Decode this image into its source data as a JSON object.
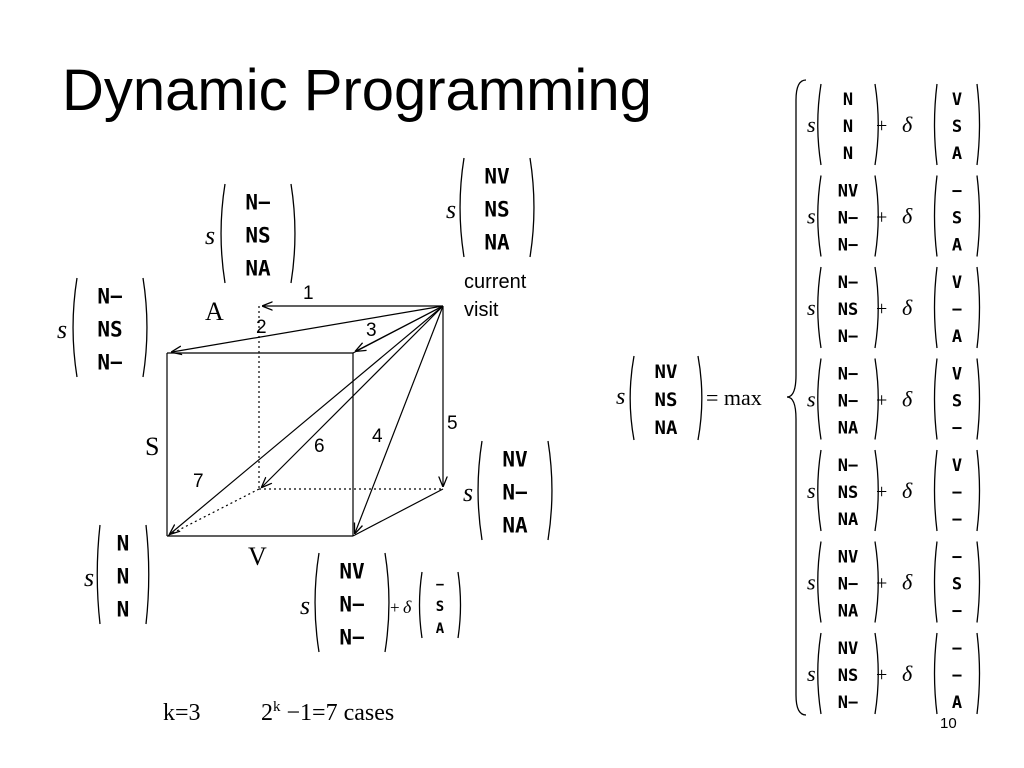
{
  "title": "Dynamic Programming",
  "cube": {
    "vertex_labels": [
      "A",
      "S",
      "V"
    ],
    "edge_numbers": [
      "1",
      "2",
      "3",
      "4",
      "5",
      "6",
      "7"
    ],
    "current_visit": [
      "current",
      "visit"
    ]
  },
  "node_states": [
    {
      "id": "top",
      "rows": [
        "NV",
        "NS",
        "NA"
      ]
    },
    {
      "id": "a",
      "rows": [
        "N−",
        "NS",
        "NA"
      ]
    },
    {
      "id": "s",
      "rows": [
        "N−",
        "NS",
        "N−"
      ]
    },
    {
      "id": "nnn",
      "rows": [
        "N",
        "N",
        "N"
      ]
    },
    {
      "id": "right",
      "rows": [
        "NV",
        "N−",
        "NA"
      ]
    },
    {
      "id": "bottom",
      "rows": [
        "NV",
        "N−",
        "N−"
      ],
      "delta": [
        "−",
        "S",
        "A"
      ]
    }
  ],
  "symbols": {
    "s": "s",
    "delta": "δ",
    "plus": "+",
    "max": "= max"
  },
  "equation": {
    "lhs": [
      "NV",
      "NS",
      "NA"
    ],
    "terms": [
      {
        "s": [
          "N",
          "N",
          "N"
        ],
        "delta": [
          "V",
          "S",
          "A"
        ]
      },
      {
        "s": [
          "NV",
          "N−",
          "N−"
        ],
        "delta": [
          "−",
          "S",
          "A"
        ]
      },
      {
        "s": [
          "N−",
          "NS",
          "N−"
        ],
        "delta": [
          "V",
          "−",
          "A"
        ]
      },
      {
        "s": [
          "N−",
          "N−",
          "NA"
        ],
        "delta": [
          "V",
          "S",
          "−"
        ]
      },
      {
        "s": [
          "N−",
          "NS",
          "NA"
        ],
        "delta": [
          "V",
          "−",
          "−"
        ]
      },
      {
        "s": [
          "NV",
          "N−",
          "NA"
        ],
        "delta": [
          "−",
          "S",
          "−"
        ]
      },
      {
        "s": [
          "NV",
          "NS",
          "N−"
        ],
        "delta": [
          "−",
          "−",
          "A"
        ]
      }
    ]
  },
  "footer": {
    "k": "k=3",
    "cases_base": "2",
    "cases_exp": "k",
    "cases_rest": " −1=7 cases"
  },
  "page_number": "10"
}
